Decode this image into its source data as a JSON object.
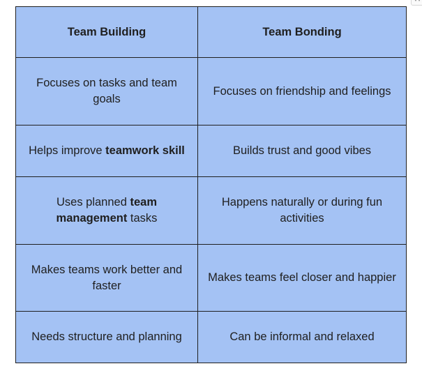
{
  "table": {
    "headers": [
      "Team Building",
      "Team Bonding"
    ],
    "rows": [
      {
        "building": {
          "text": "Focuses on tasks and team goals"
        },
        "bonding": {
          "text": "Focuses on friendship and feelings"
        }
      },
      {
        "building": {
          "before": "Helps improve ",
          "bold": "teamwork skill",
          "after": ""
        },
        "bonding": {
          "text": "Builds trust and good vibes"
        }
      },
      {
        "building": {
          "before": "Uses planned ",
          "bold": "team management",
          "after": " tasks"
        },
        "bonding": {
          "text": "Happens naturally or during fun activities"
        }
      },
      {
        "building": {
          "text": "Makes teams work better and faster"
        },
        "bonding": {
          "text": "Makes teams feel closer and happier"
        }
      },
      {
        "building": {
          "text": "Needs structure and planning"
        },
        "bonding": {
          "text": "Can be informal and relaxed"
        }
      }
    ]
  },
  "colors": {
    "cell_background": "#a4c2f4",
    "border": "#1f1f1f",
    "text": "#1f1f1f"
  },
  "icons": {
    "corner_handle": "drag-handle-icon"
  }
}
